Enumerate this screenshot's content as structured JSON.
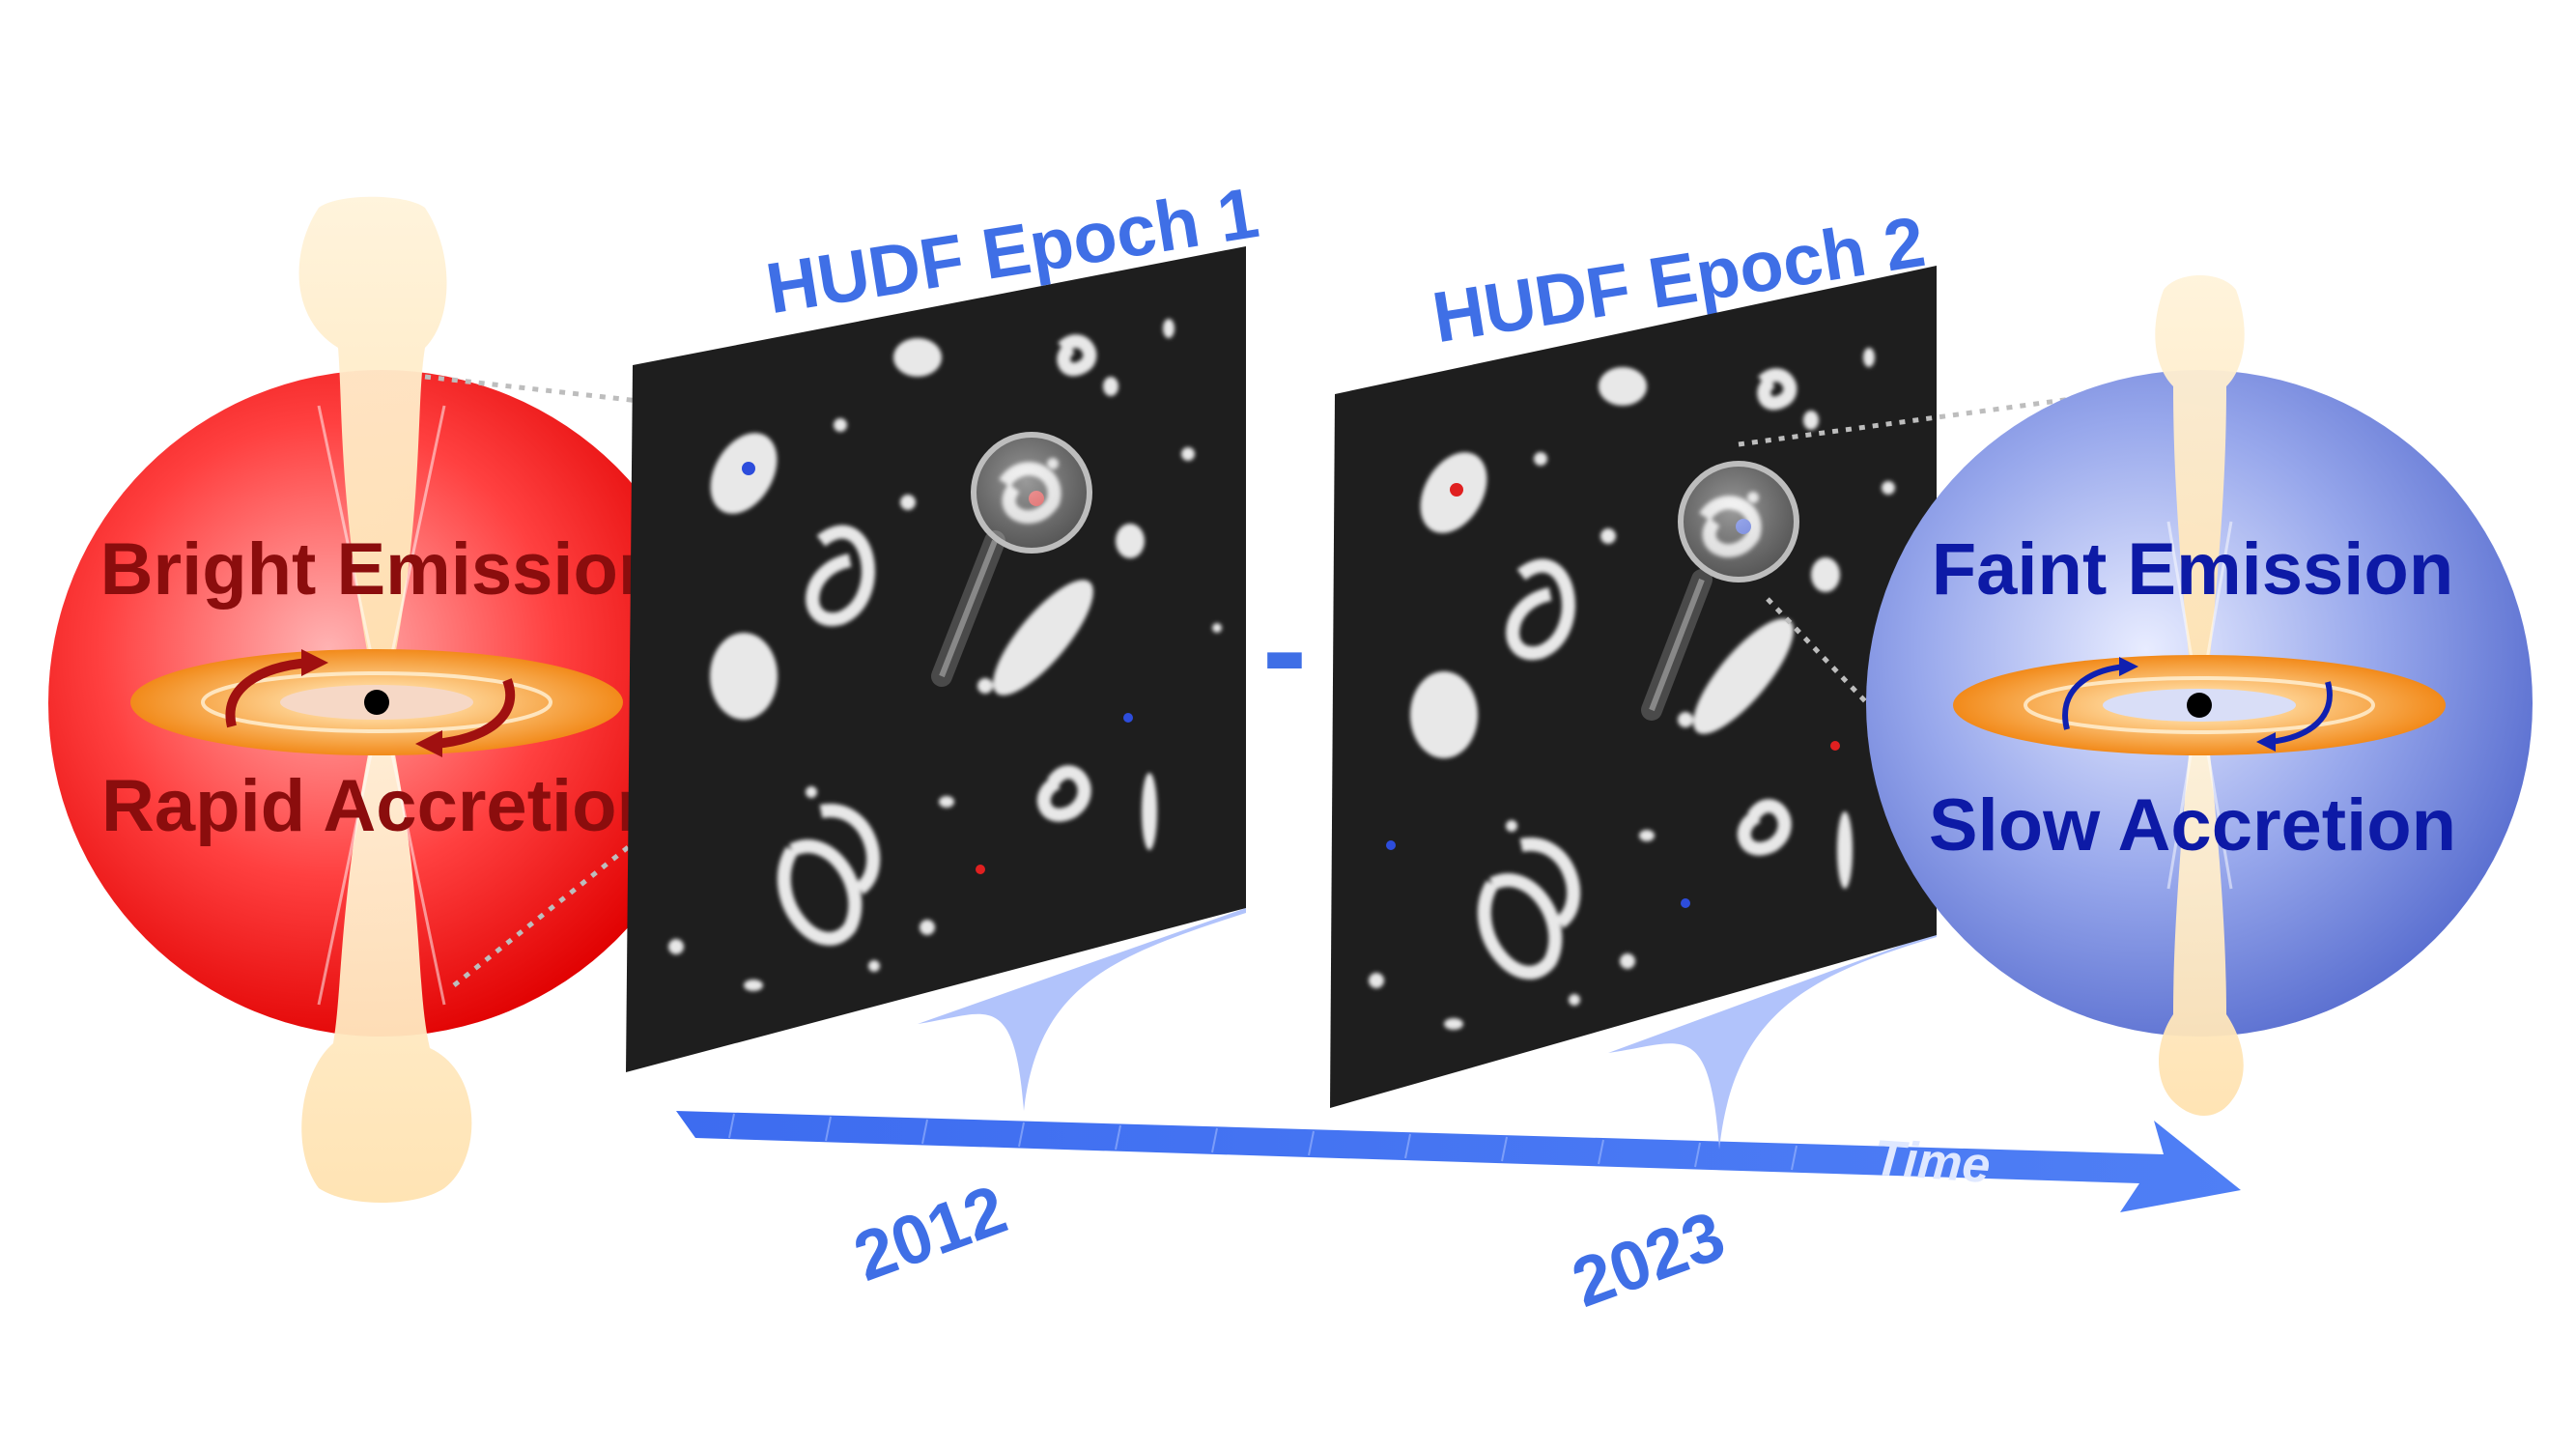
{
  "epoch1": {
    "title": "HUDF Epoch 1",
    "year": "2012"
  },
  "epoch2": {
    "title": "HUDF Epoch 2",
    "year": "2023"
  },
  "operator": "-",
  "timeline": {
    "label": "Time"
  },
  "left_agn": {
    "top_label": "Bright Emission",
    "bottom_label": "Rapid Accretion"
  },
  "right_agn": {
    "top_label": "Faint Emission",
    "bottom_label": "Slow Accretion"
  },
  "colors": {
    "blue_text": "#3f6fe6",
    "dark_red_text": "#8b0d0d",
    "dark_blue_text": "#0d1aa6",
    "red_sphere": "#ff2a2a",
    "blue_sphere": "#6f86e0",
    "disk_orange": "#f79a2a",
    "panel_black": "#1e1e1e",
    "timeline_blue": "#4a78f0"
  }
}
